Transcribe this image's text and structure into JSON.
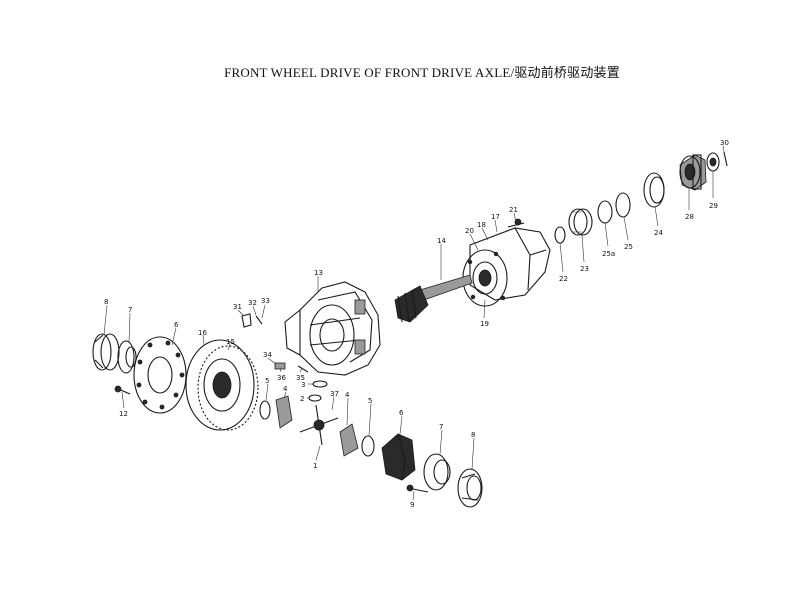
{
  "title": "FRONT WHEEL DRIVE OF FRONT DRIVE AXLE/驱动前桥驱动装置",
  "callouts": [
    {
      "id": "c30",
      "text": "30"
    },
    {
      "id": "c29",
      "text": "29"
    },
    {
      "id": "c28",
      "text": "28"
    },
    {
      "id": "c24",
      "text": "24"
    },
    {
      "id": "c25",
      "text": "25"
    },
    {
      "id": "c25a",
      "text": "25a"
    },
    {
      "id": "c23",
      "text": "23"
    },
    {
      "id": "c22",
      "text": "22"
    },
    {
      "id": "c21",
      "text": "21"
    },
    {
      "id": "c17",
      "text": "17"
    },
    {
      "id": "c18",
      "text": "18"
    },
    {
      "id": "c20",
      "text": "20"
    },
    {
      "id": "c19",
      "text": "19"
    },
    {
      "id": "c14",
      "text": "14"
    },
    {
      "id": "c13",
      "text": "13"
    },
    {
      "id": "c31",
      "text": "31"
    },
    {
      "id": "c32",
      "text": "32"
    },
    {
      "id": "c33",
      "text": "33"
    },
    {
      "id": "c34",
      "text": "34"
    },
    {
      "id": "c36",
      "text": "36"
    },
    {
      "id": "c35",
      "text": "35"
    },
    {
      "id": "c8a",
      "text": "8"
    },
    {
      "id": "c7a",
      "text": "7"
    },
    {
      "id": "c6a",
      "text": "6"
    },
    {
      "id": "c16",
      "text": "16"
    },
    {
      "id": "c15",
      "text": "15"
    },
    {
      "id": "c12",
      "text": "12"
    },
    {
      "id": "c5a",
      "text": "5"
    },
    {
      "id": "c4a",
      "text": "4"
    },
    {
      "id": "c3",
      "text": "3"
    },
    {
      "id": "c2",
      "text": "2"
    },
    {
      "id": "c37",
      "text": "37"
    },
    {
      "id": "c1",
      "text": "1"
    },
    {
      "id": "c4b",
      "text": "4"
    },
    {
      "id": "c5b",
      "text": "5"
    },
    {
      "id": "c6b",
      "text": "6"
    },
    {
      "id": "c7b",
      "text": "7"
    },
    {
      "id": "c8b",
      "text": "8"
    },
    {
      "id": "c9",
      "text": "9"
    }
  ]
}
